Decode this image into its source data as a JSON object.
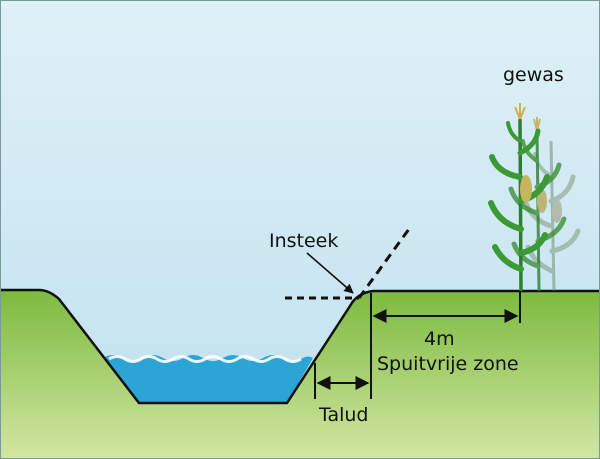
{
  "labels": {
    "crop": "gewas",
    "insteek": "Insteek",
    "distance": "4m",
    "zone": "Spuitvrije zone",
    "talud": "Talud"
  },
  "colors": {
    "sky_top": "#dff0f7",
    "sky_bottom": "#bfe1ee",
    "grass_top": "#7cba3e",
    "grass_bottom": "#d2e6a2",
    "water": "#2aa5d6",
    "ground_line": "#111111",
    "stem": "#2e7d32"
  },
  "icons": {
    "crop": "corn-plant-icon",
    "water": "water-waves-icon",
    "arrow": "double-arrow-icon"
  }
}
